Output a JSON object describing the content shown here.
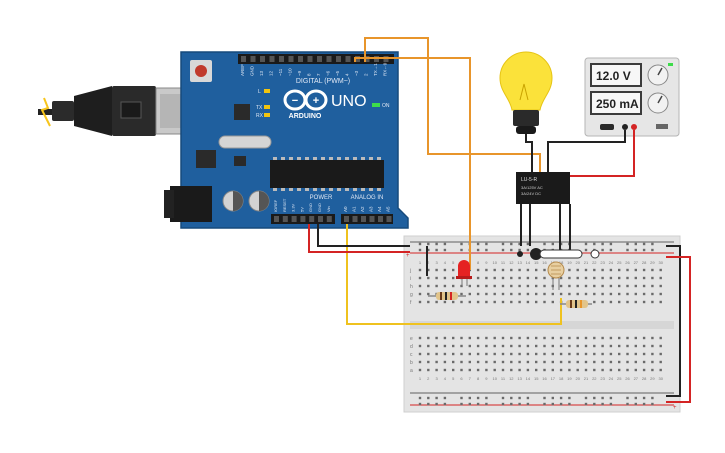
{
  "arduino": {
    "logo_text": "UNO",
    "brand": "ARDUINO",
    "digital_label": "DIGITAL (PWM~)",
    "power_label": "POWER",
    "analog_label": "ANALOG IN",
    "on_label": "ON",
    "tx_label": "TX",
    "rx_label": "RX",
    "l_label": "L",
    "top_header_labels": [
      "AREF",
      "GND",
      "13",
      "12",
      "~11",
      "~10",
      "~9",
      "8",
      "7",
      "~6",
      "~5",
      "4",
      "~3",
      "2",
      "TX→1",
      "RX←0"
    ],
    "power_header_labels": [
      "IOREF",
      "RESET",
      "3.3V",
      "5V",
      "GND",
      "GND",
      "Vin"
    ],
    "analog_header_labels": [
      "A0",
      "A1",
      "A2",
      "A3",
      "A4",
      "A5"
    ]
  },
  "relay": {
    "model": "LU-5-R",
    "rating_1": "3A/125V AC",
    "rating_2": "3A/24V DC"
  },
  "power_supply": {
    "voltage": "12.0 V",
    "current": "250 mA"
  },
  "breadboard": {
    "row_letters_top": [
      "j",
      "i",
      "h",
      "g",
      "f"
    ],
    "row_letters_bottom": [
      "e",
      "d",
      "c",
      "b",
      "a"
    ],
    "column_numbers": [
      "1",
      "2",
      "3",
      "4",
      "5",
      "6",
      "7",
      "8",
      "9",
      "10",
      "11",
      "12",
      "13",
      "14",
      "15",
      "16",
      "17",
      "18",
      "19",
      "20",
      "21",
      "22",
      "23",
      "24",
      "25",
      "26",
      "27",
      "28",
      "29",
      "30"
    ]
  },
  "colors": {
    "board_blue": "#1f5f9e",
    "wire_orange": "#e8952b",
    "wire_yellow": "#efc21f",
    "wire_red": "#d42424",
    "wire_black": "#222222",
    "bulb_yellow": "#fbe23a",
    "led_red": "#e52222"
  }
}
